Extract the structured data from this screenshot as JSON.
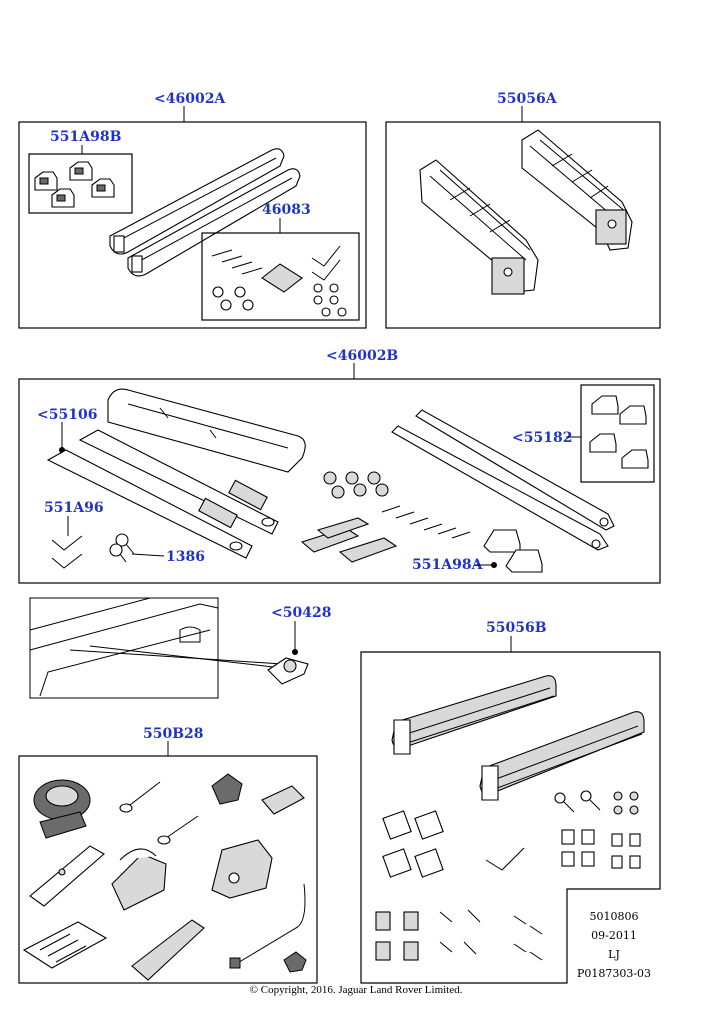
{
  "callouts": {
    "c46002A": "<46002A",
    "c551A98B": "551A98B",
    "c46083": "46083",
    "c55056A": "55056A",
    "c46002B": "<46002B",
    "c55106": "<55106",
    "c55182": "<55182",
    "c551A96": "551A96",
    "c1386": "1386",
    "c551A98A": "551A98A",
    "c50428": "<50428",
    "c55056B": "55056B",
    "c550B28": "550B28"
  },
  "info": {
    "code": "5010806",
    "date": "09-2011",
    "initials": "LJ",
    "ref": "P0187303-03"
  },
  "copyright": "© Copyright, 2016. Jaguar Land Rover Limited.",
  "colors": {
    "callout": "#1f33c8",
    "line": "#000000"
  }
}
